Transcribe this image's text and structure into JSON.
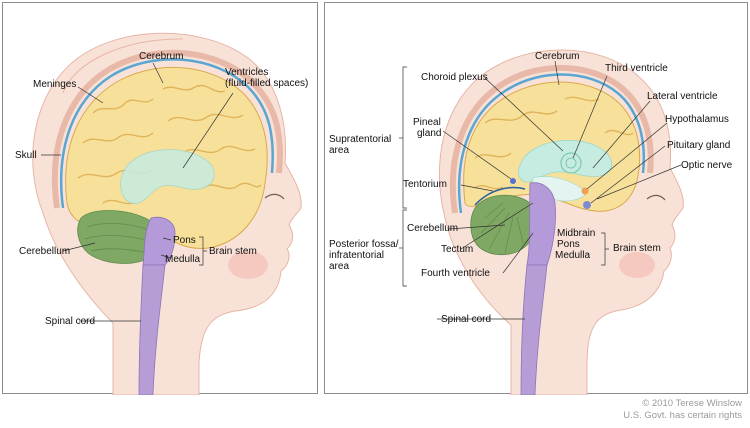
{
  "left_panel": {
    "labels": {
      "cerebrum": "Cerebrum",
      "meninges": "Meninges",
      "ventricles": "Ventricles",
      "ventricles_note": "(fluid-filled spaces)",
      "skull": "Skull",
      "cerebellum": "Cerebellum",
      "pons": "Pons",
      "medulla": "Medulla",
      "brain_stem": "Brain stem",
      "spinal_cord": "Spinal cord"
    }
  },
  "right_panel": {
    "labels": {
      "cerebrum": "Cerebrum",
      "third_ventricle": "Third ventricle",
      "choroid_plexus": "Choroid plexus",
      "lateral_ventricle": "Lateral ventricle",
      "supratentorial_line1": "Supratentorial",
      "supratentorial_line2": "area",
      "pineal_line1": "Pineal",
      "pineal_line2": "gland",
      "hypothalamus": "Hypothalamus",
      "pituitary_gland": "Pituitary gland",
      "optic_nerve": "Optic nerve",
      "tentorium": "Tentorium",
      "cerebellum": "Cerebellum",
      "posterior_line1": "Posterior fossa/",
      "posterior_line2": "infratentorial",
      "posterior_line3": "area",
      "tectum": "Tectum",
      "midbrain": "Midbrain",
      "pons": "Pons",
      "medulla": "Medulla",
      "brain_stem": "Brain stem",
      "fourth_ventricle": "Fourth ventricle",
      "spinal_cord": "Spinal cord"
    }
  },
  "credit": {
    "line1": "© 2010 Terese Winslow",
    "line2": "U.S. Govt. has certain rights"
  },
  "colors": {
    "skin": "#f8e2d8",
    "skin_outline": "#e7b5a6",
    "cerebrum": "#f7e19a",
    "gyri": "#e0b45a",
    "meninges": "#5aa6d2",
    "ventricle": "#c6ece2",
    "cerebellum": "#7fa864",
    "brain_stem": "#b49ad8",
    "spinal_cord": "#b79dd6",
    "cheek": "#f3b8b0"
  }
}
